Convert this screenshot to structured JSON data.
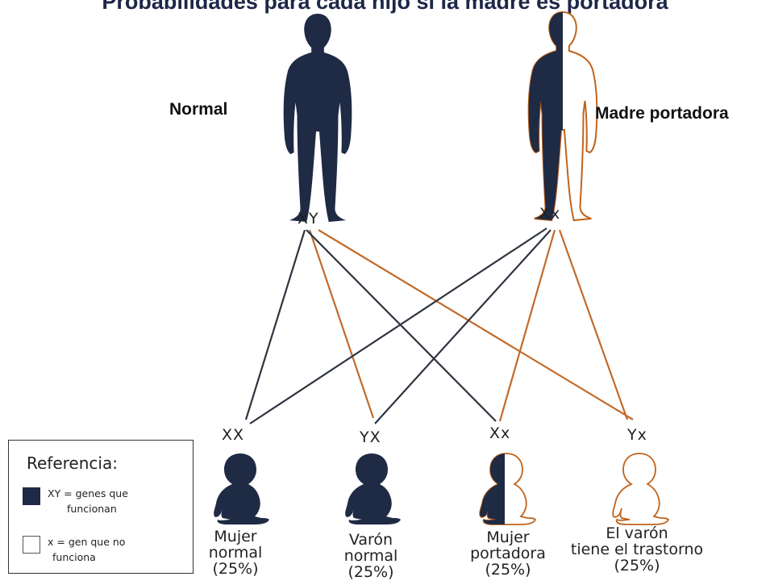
{
  "header": {
    "title": "Probabilidades para cada hijo  si la madre es portadora"
  },
  "parents": [
    {
      "id": "father",
      "label": "Normal",
      "genotype": "XY"
    },
    {
      "id": "mother",
      "label": "Madre portadora",
      "genotype": "Xx"
    }
  ],
  "children": [
    {
      "genotype": "XX",
      "label_lines": [
        "Mujer",
        "normal",
        "(25%)"
      ],
      "fill": "full"
    },
    {
      "genotype": "YX",
      "label_lines": [
        "Varón",
        "normal",
        "(25%)"
      ],
      "fill": "full"
    },
    {
      "genotype": "Xx",
      "label_lines": [
        "Mujer",
        "portadora",
        "(25%)"
      ],
      "fill": "half"
    },
    {
      "genotype": "Yx",
      "label_lines": [
        "El varón",
        "tiene el trastorno",
        "(25%)"
      ],
      "fill": "outline"
    }
  ],
  "legend": {
    "title": "Referencia:",
    "items": [
      {
        "swatch": "filled",
        "line1": "XY = genes que",
        "line2": "funcionan"
      },
      {
        "swatch": "empty",
        "line1": "x = gen que no",
        "line2": "funciona"
      }
    ]
  },
  "colors": {
    "figure_dark": "#1f2a44",
    "outline_orange": "#c0621a",
    "line_dark": "#2e3540",
    "line_orange": "#c36a2a"
  }
}
